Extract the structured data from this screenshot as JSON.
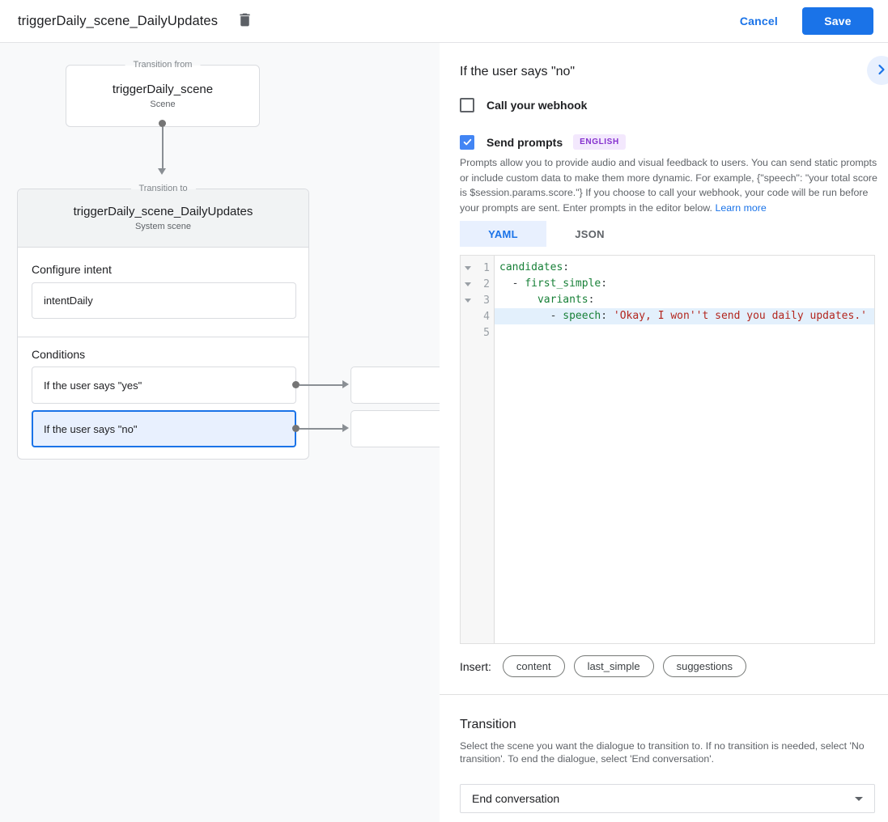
{
  "top_bar": {
    "title": "triggerDaily_scene_DailyUpdates",
    "cancel_label": "Cancel",
    "save_label": "Save"
  },
  "diagram": {
    "from_box": {
      "legend": "Transition from",
      "title": "triggerDaily_scene",
      "subtitle": "Scene"
    },
    "to_box": {
      "legend": "Transition to",
      "title": "triggerDaily_scene_DailyUpdates",
      "subtitle": "System scene",
      "configure_intent_label": "Configure intent",
      "intent_value": "intentDaily",
      "conditions_label": "Conditions",
      "conditions": [
        {
          "label": "If the user says \"yes\"",
          "selected": false
        },
        {
          "label": "If the user says \"no\"",
          "selected": true
        }
      ]
    }
  },
  "panel": {
    "heading": "If the user says \"no\"",
    "webhook_checkbox": {
      "label": "Call your webhook",
      "checked": false
    },
    "prompts_checkbox": {
      "label": "Send prompts",
      "checked": true,
      "badge": "ENGLISH"
    },
    "description": "Prompts allow you to provide audio and visual feedback to users. You can send static prompts or include custom data to make them more dynamic. For example, {\"speech\": \"your total score is $session.params.score.\"} If you choose to call your webhook, your code will be run before your prompts are sent. Enter prompts in the editor below. ",
    "learn_more_label": "Learn more",
    "tabs": [
      {
        "label": "YAML",
        "active": true
      },
      {
        "label": "JSON",
        "active": false
      }
    ],
    "editor": {
      "lines": [
        {
          "num": "1",
          "fold": true,
          "hl": false,
          "segs": [
            {
              "c": "key",
              "t": "candidates"
            },
            {
              "c": "pln",
              "t": ":"
            }
          ]
        },
        {
          "num": "2",
          "fold": true,
          "hl": false,
          "segs": [
            {
              "c": "pln",
              "t": "  - "
            },
            {
              "c": "key",
              "t": "first_simple"
            },
            {
              "c": "pln",
              "t": ":"
            }
          ]
        },
        {
          "num": "3",
          "fold": true,
          "hl": false,
          "segs": [
            {
              "c": "pln",
              "t": "      "
            },
            {
              "c": "key",
              "t": "variants"
            },
            {
              "c": "pln",
              "t": ":"
            }
          ]
        },
        {
          "num": "4",
          "fold": false,
          "hl": true,
          "segs": [
            {
              "c": "pln",
              "t": "        - "
            },
            {
              "c": "key",
              "t": "speech"
            },
            {
              "c": "pln",
              "t": ": "
            },
            {
              "c": "str",
              "t": "'Okay, I won''t send you daily updates.'"
            }
          ]
        },
        {
          "num": "5",
          "fold": false,
          "hl": false,
          "segs": []
        }
      ]
    },
    "insert_label": "Insert:",
    "insert_chips": [
      "content",
      "last_simple",
      "suggestions"
    ],
    "transition": {
      "heading": "Transition",
      "description": "Select the scene you want the dialogue to transition to. If no transition is needed, select 'No transition'. To end the dialogue, select 'End conversation'.",
      "dropdown_value": "End conversation"
    }
  },
  "colors": {
    "accent_blue": "#1a73e8",
    "checkbox_blue": "#4285f4",
    "selected_condition_bg": "#e8f0fe",
    "badge_bg": "#f3e8fd",
    "badge_text": "#8430ce",
    "code_key": "#188038",
    "code_string": "#b3261e",
    "line_highlight": "#e3f0fc",
    "canvas_bg": "#f8f9fa"
  }
}
